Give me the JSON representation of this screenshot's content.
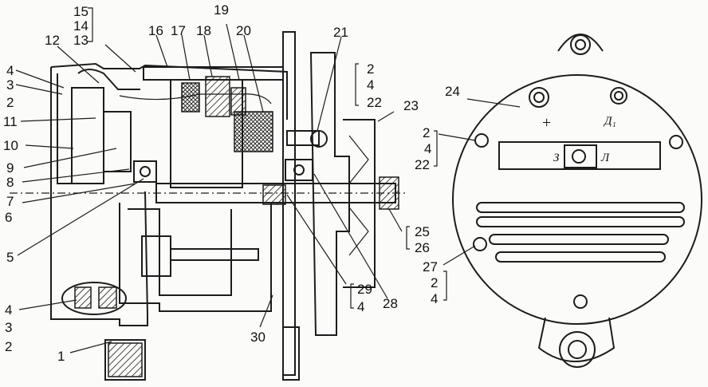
{
  "figure": {
    "callouts": {
      "n1": "1",
      "n2": "2",
      "n3": "3",
      "n4": "4",
      "n5": "5",
      "n6": "6",
      "n7": "7",
      "n8": "8",
      "n9": "9",
      "n10": "10",
      "n11": "11",
      "n12": "12",
      "n13": "13",
      "n14": "14",
      "n15": "15",
      "n16": "16",
      "n17": "17",
      "n18": "18",
      "n19": "19",
      "n20": "20",
      "n21": "21",
      "n22": "22",
      "n23": "23",
      "n24": "24",
      "n25": "25",
      "n26": "26",
      "n27": "27",
      "n28": "28",
      "n29": "29",
      "n30": "30"
    },
    "terminal_marks": {
      "plus": "+",
      "d1": "Д₁",
      "z": "З",
      "l": "Л"
    }
  }
}
